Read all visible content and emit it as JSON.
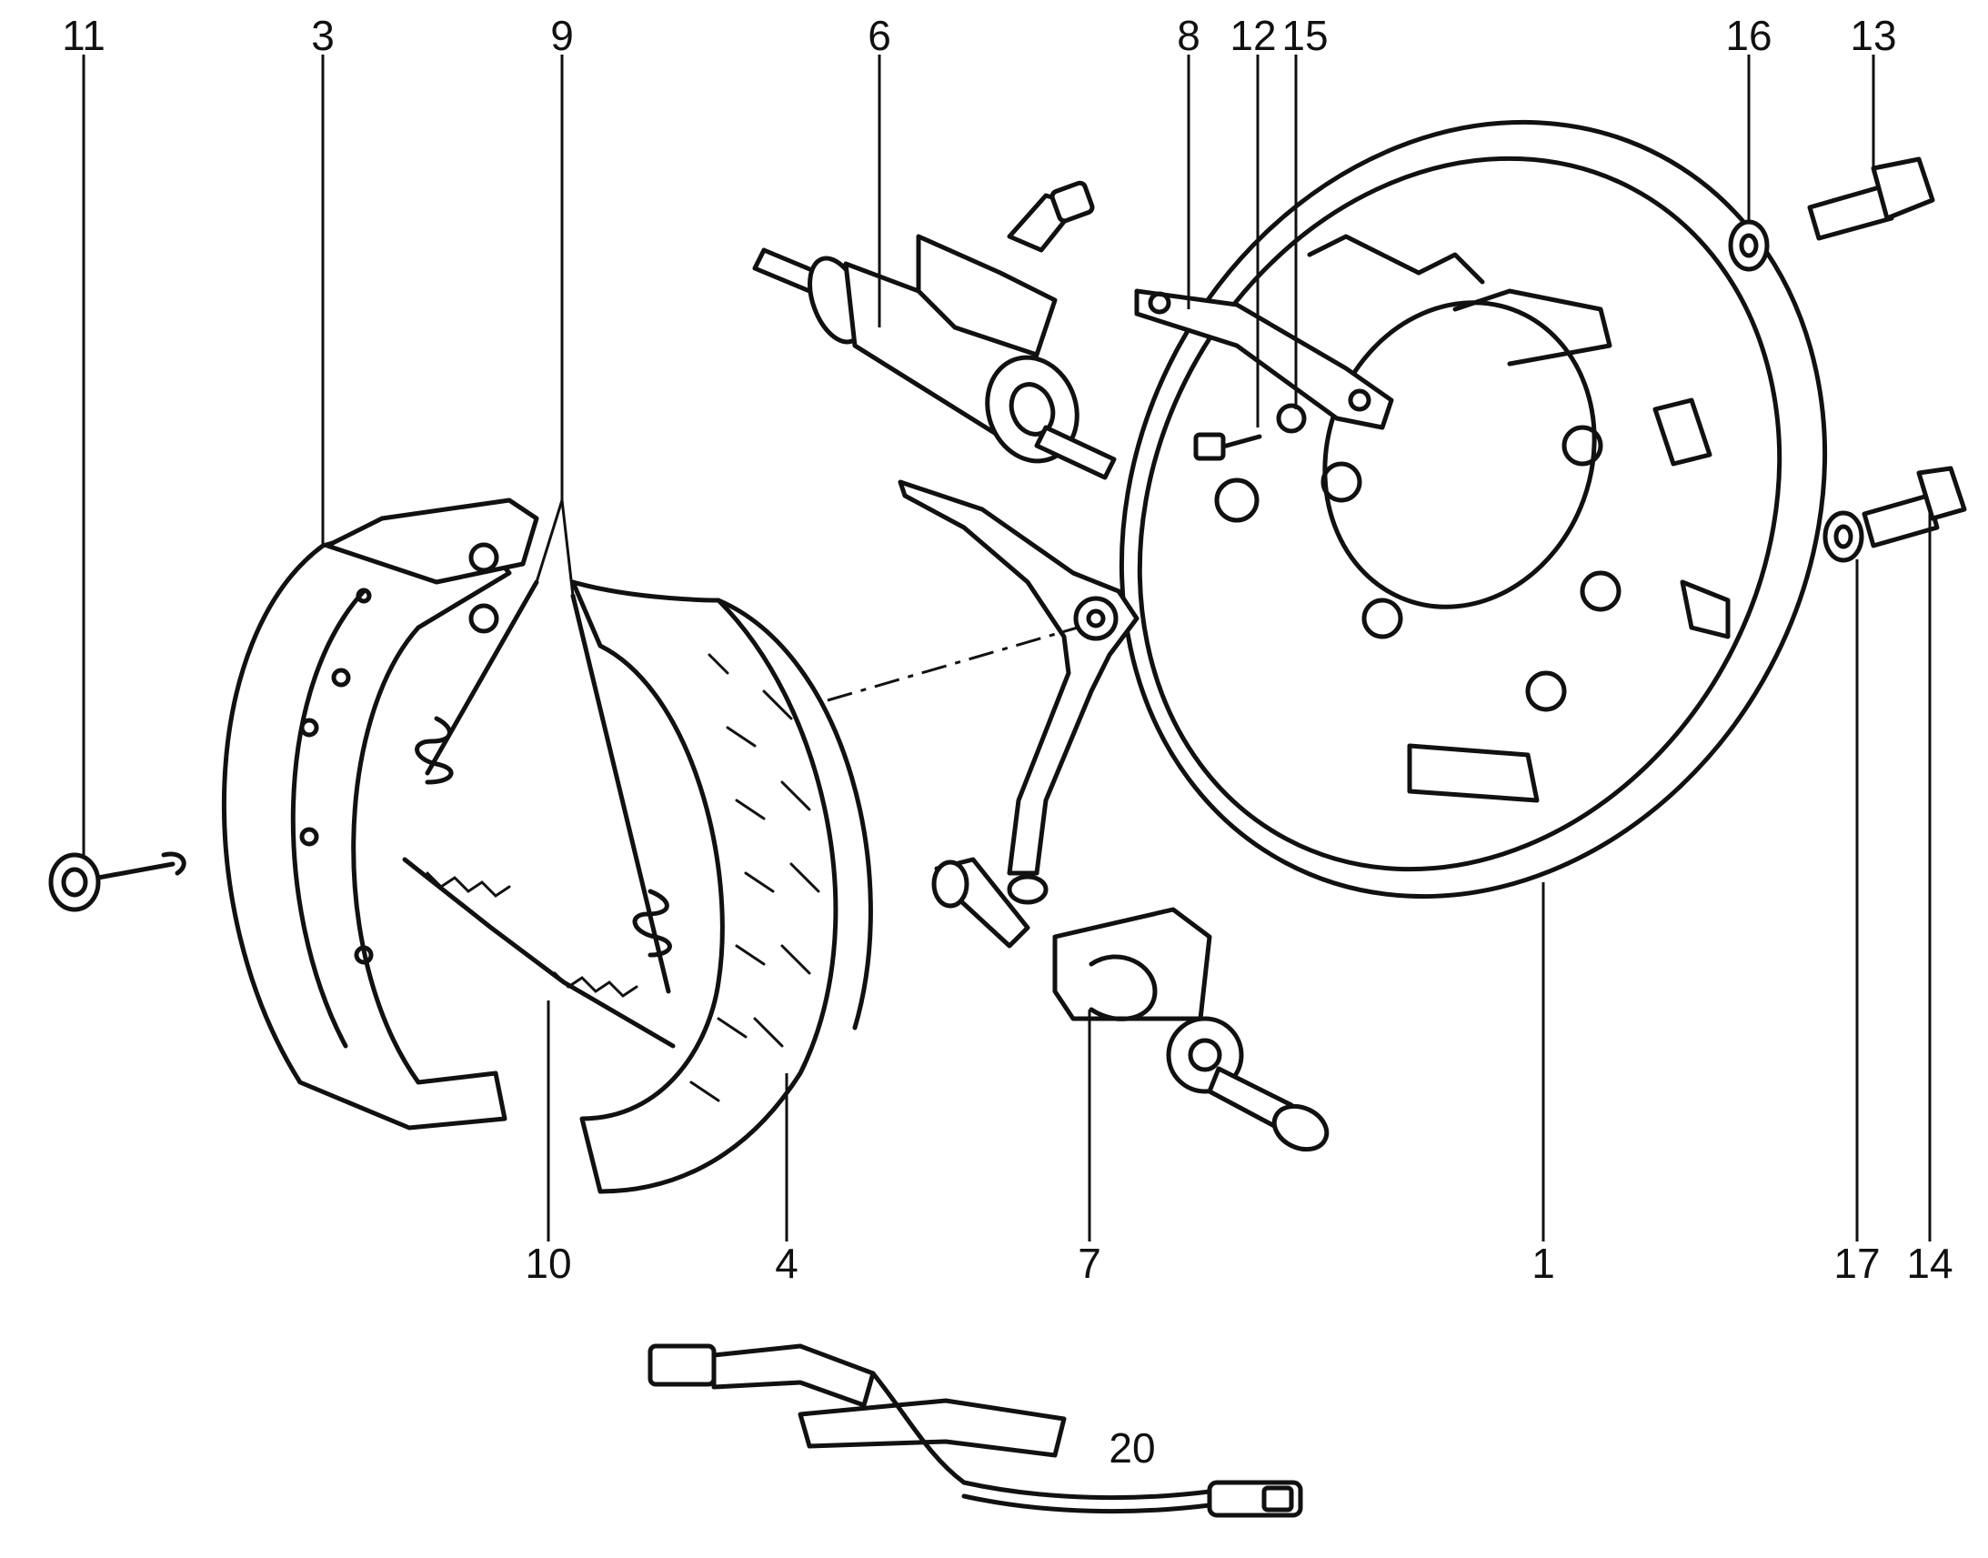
{
  "callouts": [
    {
      "label": "11"
    },
    {
      "label": "3"
    },
    {
      "label": "9"
    },
    {
      "label": "6"
    },
    {
      "label": "8"
    },
    {
      "label": "12"
    },
    {
      "label": "15"
    },
    {
      "label": "16"
    },
    {
      "label": "13"
    },
    {
      "label": "10"
    },
    {
      "label": "4"
    },
    {
      "label": "7"
    },
    {
      "label": "1"
    },
    {
      "label": "17"
    },
    {
      "label": "14"
    },
    {
      "label": "20"
    }
  ],
  "colors": {
    "ink": "#111111",
    "paper": "#ffffff"
  }
}
